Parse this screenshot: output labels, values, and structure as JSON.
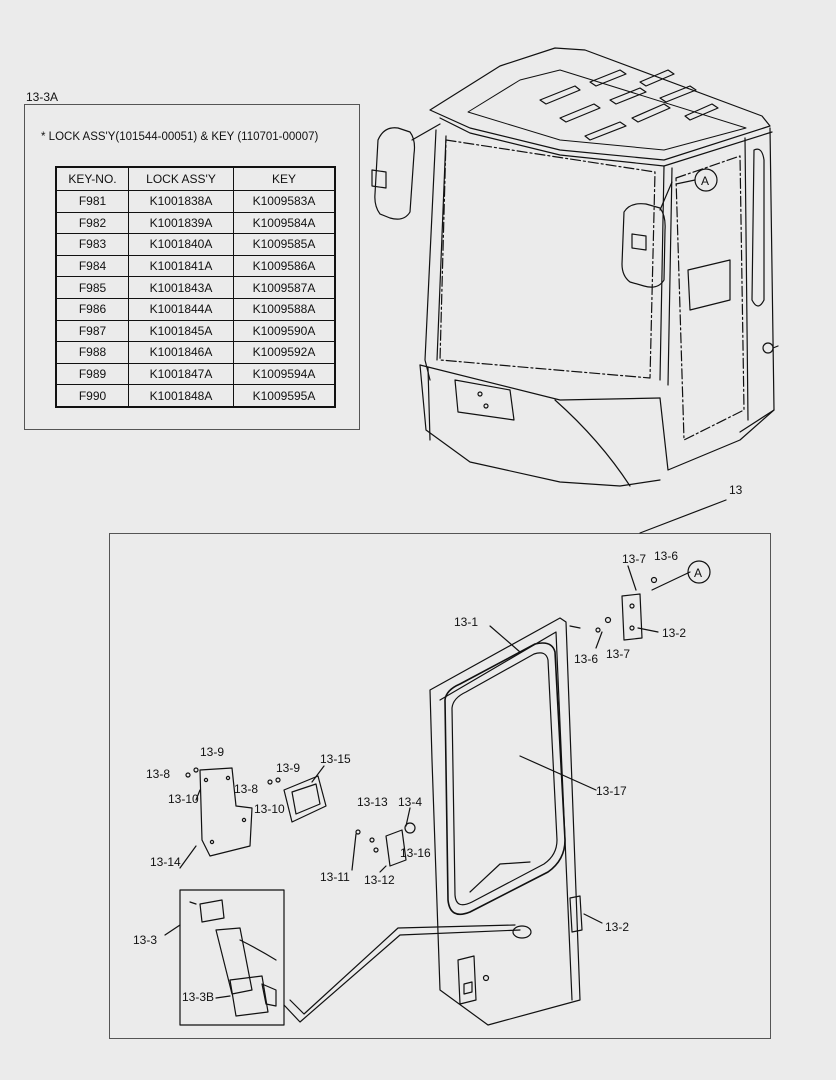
{
  "page_ref": "13-3A",
  "spec": {
    "note": "* LOCK ASS'Y(101544-00051) & KEY (110701-00007)",
    "headers": [
      "KEY-NO.",
      "LOCK ASS'Y",
      "KEY"
    ],
    "rows": [
      [
        "F981",
        "K1001838A",
        "K1009583A"
      ],
      [
        "F982",
        "K1001839A",
        "K1009584A"
      ],
      [
        "F983",
        "K1001840A",
        "K1009585A"
      ],
      [
        "F984",
        "K1001841A",
        "K1009586A"
      ],
      [
        "F985",
        "K1001843A",
        "K1009587A"
      ],
      [
        "F986",
        "K1001844A",
        "K1009588A"
      ],
      [
        "F987",
        "K1001845A",
        "K1009590A"
      ],
      [
        "F988",
        "K1001846A",
        "K1009592A"
      ],
      [
        "F989",
        "K1001847A",
        "K1009594A"
      ],
      [
        "F990",
        "K1001848A",
        "K1009595A"
      ]
    ]
  },
  "callouts": {
    "detail_a_cab": "A",
    "detail_a_door": "A",
    "assembly": "13",
    "p13_1": "13-1",
    "p13_2_top": "13-2",
    "p13_2_bottom": "13-2",
    "p13_3": "13-3",
    "p13_3b": "13-3B",
    "p13_4": "13-4",
    "p13_6_top": "13-6",
    "p13_6_bottom": "13-6",
    "p13_7_top": "13-7",
    "p13_7_bottom": "13-7",
    "p13_8_a": "13-8",
    "p13_8_b": "13-8",
    "p13_9_a": "13-9",
    "p13_9_b": "13-9",
    "p13_10_a": "13-10",
    "p13_10_b": "13-10",
    "p13_11": "13-11",
    "p13_12": "13-12",
    "p13_13": "13-13",
    "p13_14": "13-14",
    "p13_15": "13-15",
    "p13_16": "13-16",
    "p13_17": "13-17"
  }
}
